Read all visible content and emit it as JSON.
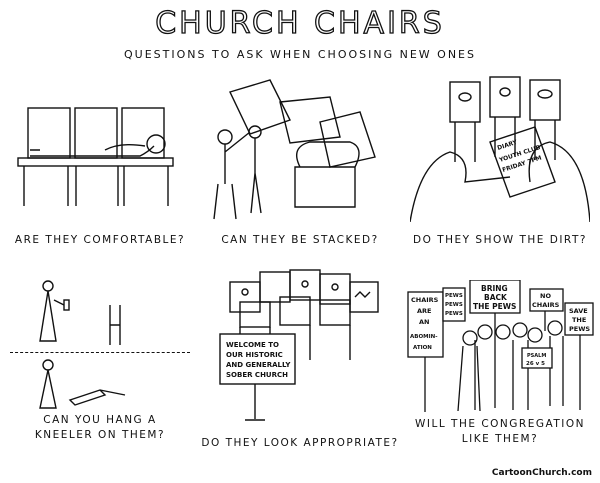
{
  "title": "CHURCH CHAIRS",
  "subtitle": "QUESTIONS TO ASK WHEN CHOOSING NEW ONES",
  "panels": [
    {
      "caption": "ARE THEY COMFORTABLE?"
    },
    {
      "caption": "CAN THEY BE STACKED?"
    },
    {
      "caption": "DO THEY SHOW THE DIRT?",
      "paper": [
        "DIARY",
        "YOUTH CLUB",
        "FRIDAY 7PM"
      ]
    },
    {
      "caption_lines": [
        "CAN YOU HANG A",
        "KNEELER ON THEM?"
      ]
    },
    {
      "caption": "DO THEY LOOK APPROPRIATE?",
      "sign": [
        "WELCOME TO",
        "OUR HISTORIC",
        "AND GENERALLY",
        "SOBER CHURCH"
      ]
    },
    {
      "caption_lines": [
        "WILL THE CONGREGATION",
        "LIKE THEM?"
      ],
      "signs": {
        "abomination": [
          "CHAIRS",
          "ARE",
          "AN",
          "ABOMIN-",
          "ATION"
        ],
        "pews": [
          "PEWS",
          "PEWS",
          "PEWS"
        ],
        "bring_back": [
          "BRING",
          "BACK",
          "THE PEWS"
        ],
        "no_chairs": [
          "NO",
          "CHAIRS"
        ],
        "save": [
          "SAVE",
          "THE",
          "PEWS"
        ],
        "psalm": [
          "PSALM",
          "26 v 5"
        ]
      }
    }
  ],
  "footer": "CartoonChurch.com"
}
